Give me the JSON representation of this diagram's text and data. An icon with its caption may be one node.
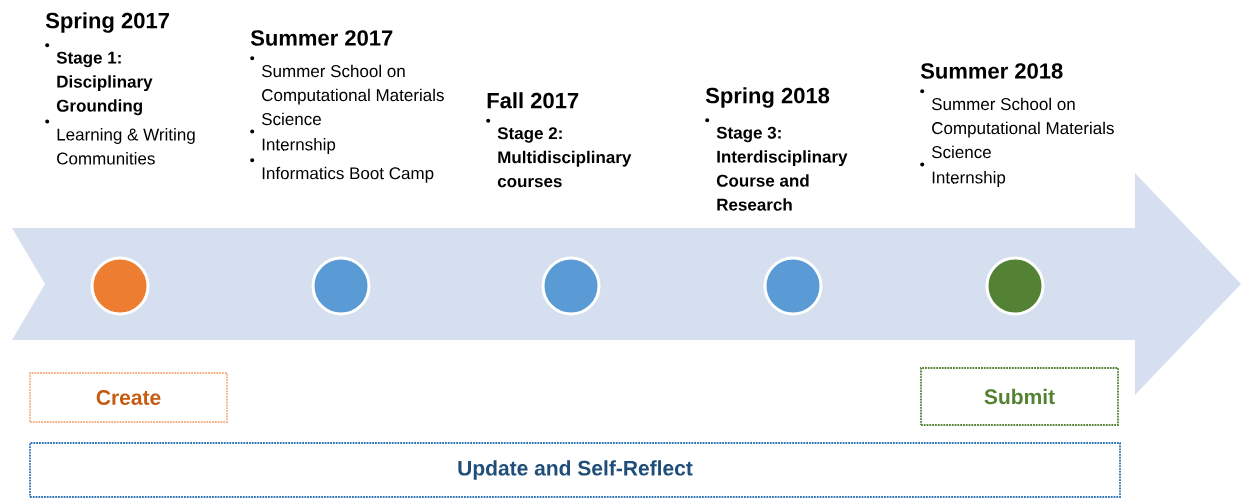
{
  "diagram": {
    "nodes": [
      {
        "text": [],
        "shape": "circle",
        "beside": [
          "Spring 2017",
          "**Stage 1: Disciplinary Grounding**",
          "Learning & Writing Communities"
        ]
      },
      {
        "text": [],
        "shape": "circle",
        "beside": [
          "Summer 2017",
          "Summer School on Computational Materials Science",
          "Internship",
          "Informatics Boot Camp"
        ]
      },
      {
        "text": [],
        "shape": "circle",
        "beside": [
          "Fall 2017",
          "**Stage 2: Multidisciplinary courses**"
        ]
      },
      {
        "text": [],
        "shape": "circle",
        "beside": [
          "Spring 2018",
          "**Stage 3: Interdisciplinary Course and Research**"
        ]
      },
      {
        "text": [],
        "shape": "circle",
        "beside": [
          "Summer 2018",
          "Summer School on Computational Materials Science",
          "Internship"
        ]
      },
      {
        "text": [
          "Create"
        ]
      },
      {
        "text": [
          "Submit"
        ]
      },
      {
        "text": [
          "Update and Self-Reflect"
        ]
      }
    ]
  }
}
